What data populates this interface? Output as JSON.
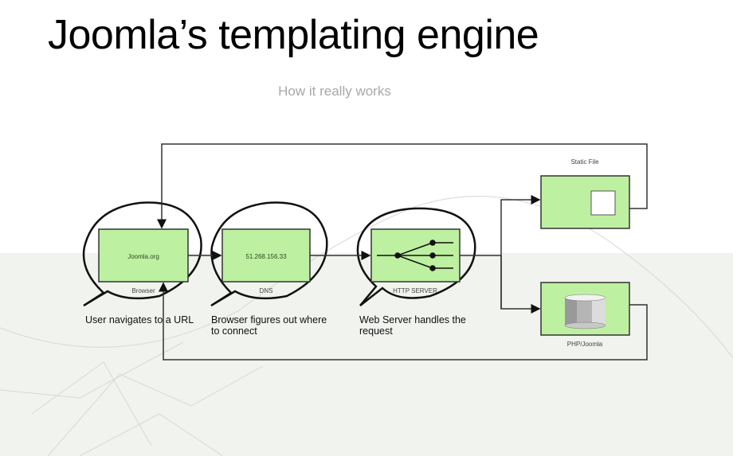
{
  "slide": {
    "title": "Joomla’s templating engine",
    "subtitle": "How it really works"
  },
  "diagram": {
    "node_fill": "#bdf0a0",
    "nodes": {
      "browser": {
        "inner_text": "Joomla.org",
        "label": "Browser",
        "icon": "speech-bubble-icon"
      },
      "dns": {
        "inner_text": "51.268.156.33",
        "label": "DNS",
        "icon": "speech-bubble-icon"
      },
      "http": {
        "inner_text": "",
        "label": "HTTP SERVER",
        "icon": "branching-network-icon"
      },
      "static": {
        "label": "Static File",
        "icon": "file-icon"
      },
      "php": {
        "label": "PHP/Joomla",
        "icon": "database-cylinder-icon"
      }
    },
    "captions": {
      "browser": "User navigates to a URL",
      "dns_line1": "Browser figures out where",
      "dns_line2": "to connect",
      "http_line1": "Web Server handles the",
      "http_line2": "request"
    }
  }
}
